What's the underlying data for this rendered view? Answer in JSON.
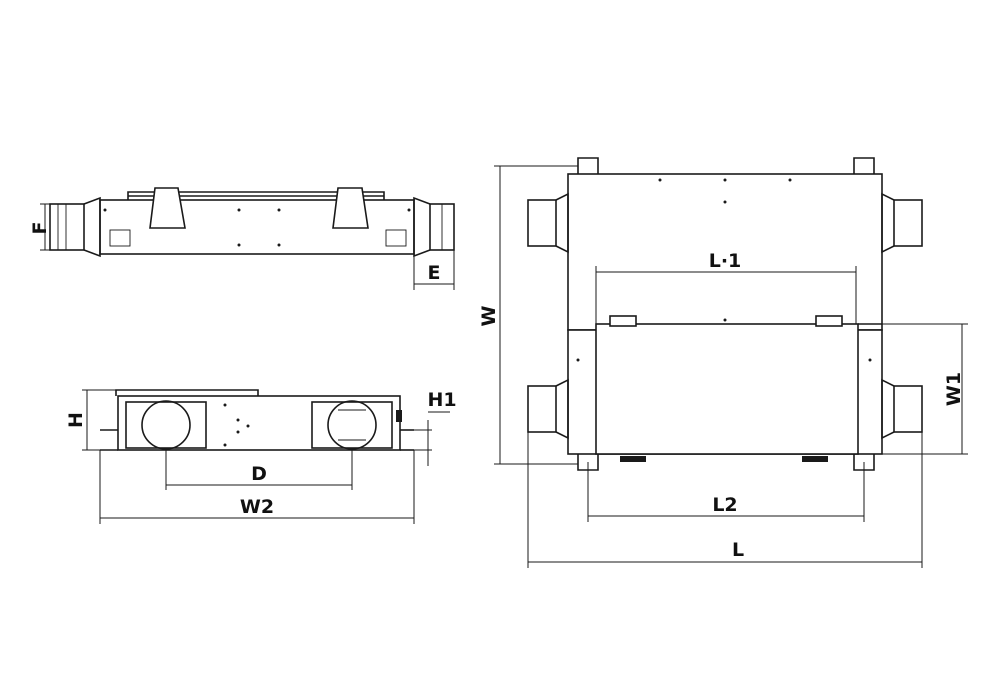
{
  "labels": {
    "F": "F",
    "E": "E",
    "H": "H",
    "H1": "H1",
    "D": "D",
    "W2": "W2",
    "W": "W",
    "L1": "L·1",
    "W1": "W1",
    "L2": "L2",
    "L": "L"
  },
  "colors": {
    "line": "#1a1a1a",
    "background": "#ffffff"
  }
}
